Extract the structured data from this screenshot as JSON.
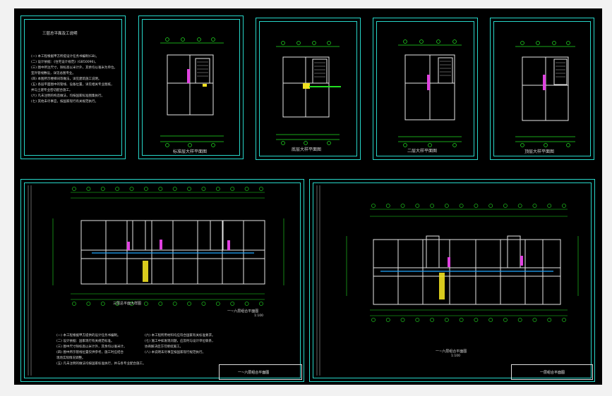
{
  "drawing_set": {
    "sheet1": {
      "title": "三层总平面及工说明",
      "notes": [
        "(一) 本工程根据甲方所提设计任务书编制(GB)。",
        "(二) 设计依据：《住宅设计规范》(GB50096)。",
        "(三) 图中所注尺寸，除标高以米计外，其余均以毫米为单位。",
        "    室外管线敷设，详见总图专业。",
        "(四) 本图所示楼梯间等做法，详见建筑施工说明。",
        "(五) 各层平面图中的管线、设备位置，详见相关专业图纸，",
        "    并与土建专业密切配合施工。",
        "(六) 凡未注明的构造做法，均按国家标准图集执行。",
        "(七) 其他未尽事宜，按国家现行有关规范执行。"
      ]
    },
    "sheet2": {
      "caption": "标准层大样平面图"
    },
    "sheet3": {
      "caption": "底层大样平面图"
    },
    "sheet4": {
      "caption": "二层大样平面图"
    },
    "sheet5": {
      "caption": "顶层大样平面图"
    },
    "sheet6": {
      "top_label": "三层总平面大样图",
      "plan_label": "一~六层组合平面图",
      "plan_scale": "1:100",
      "notes_left": [
        "(一) 本工程根据甲方提供的设计任务书编制。",
        "(二) 设计依据：国家现行有关规范标准。",
        "(三) 图中尺寸除标高以米计外，其余均以毫米计。",
        "(四) 图中所示管线位置仅供参考，施工时应结合",
        "    现场实际情况调整。",
        "(五) 凡未注明的做法均按国家标准执行，并与各专业配合施工。"
      ],
      "notes_right": [
        "(六) 本工程所用材料均应符合国家有关标准要求。",
        "(七) 施工中如发现问题，应及时与设计单位联系，",
        "    协商解决后方可继续施工。",
        "(八) 本说明未尽事宜按国家现行规范执行。"
      ],
      "titleblock": "一~六层组合平面图"
    },
    "sheet7": {
      "plan_label": "一~六层组合平面图",
      "plan_scale": "1:100",
      "titleblock": "一层组合平面图"
    }
  }
}
